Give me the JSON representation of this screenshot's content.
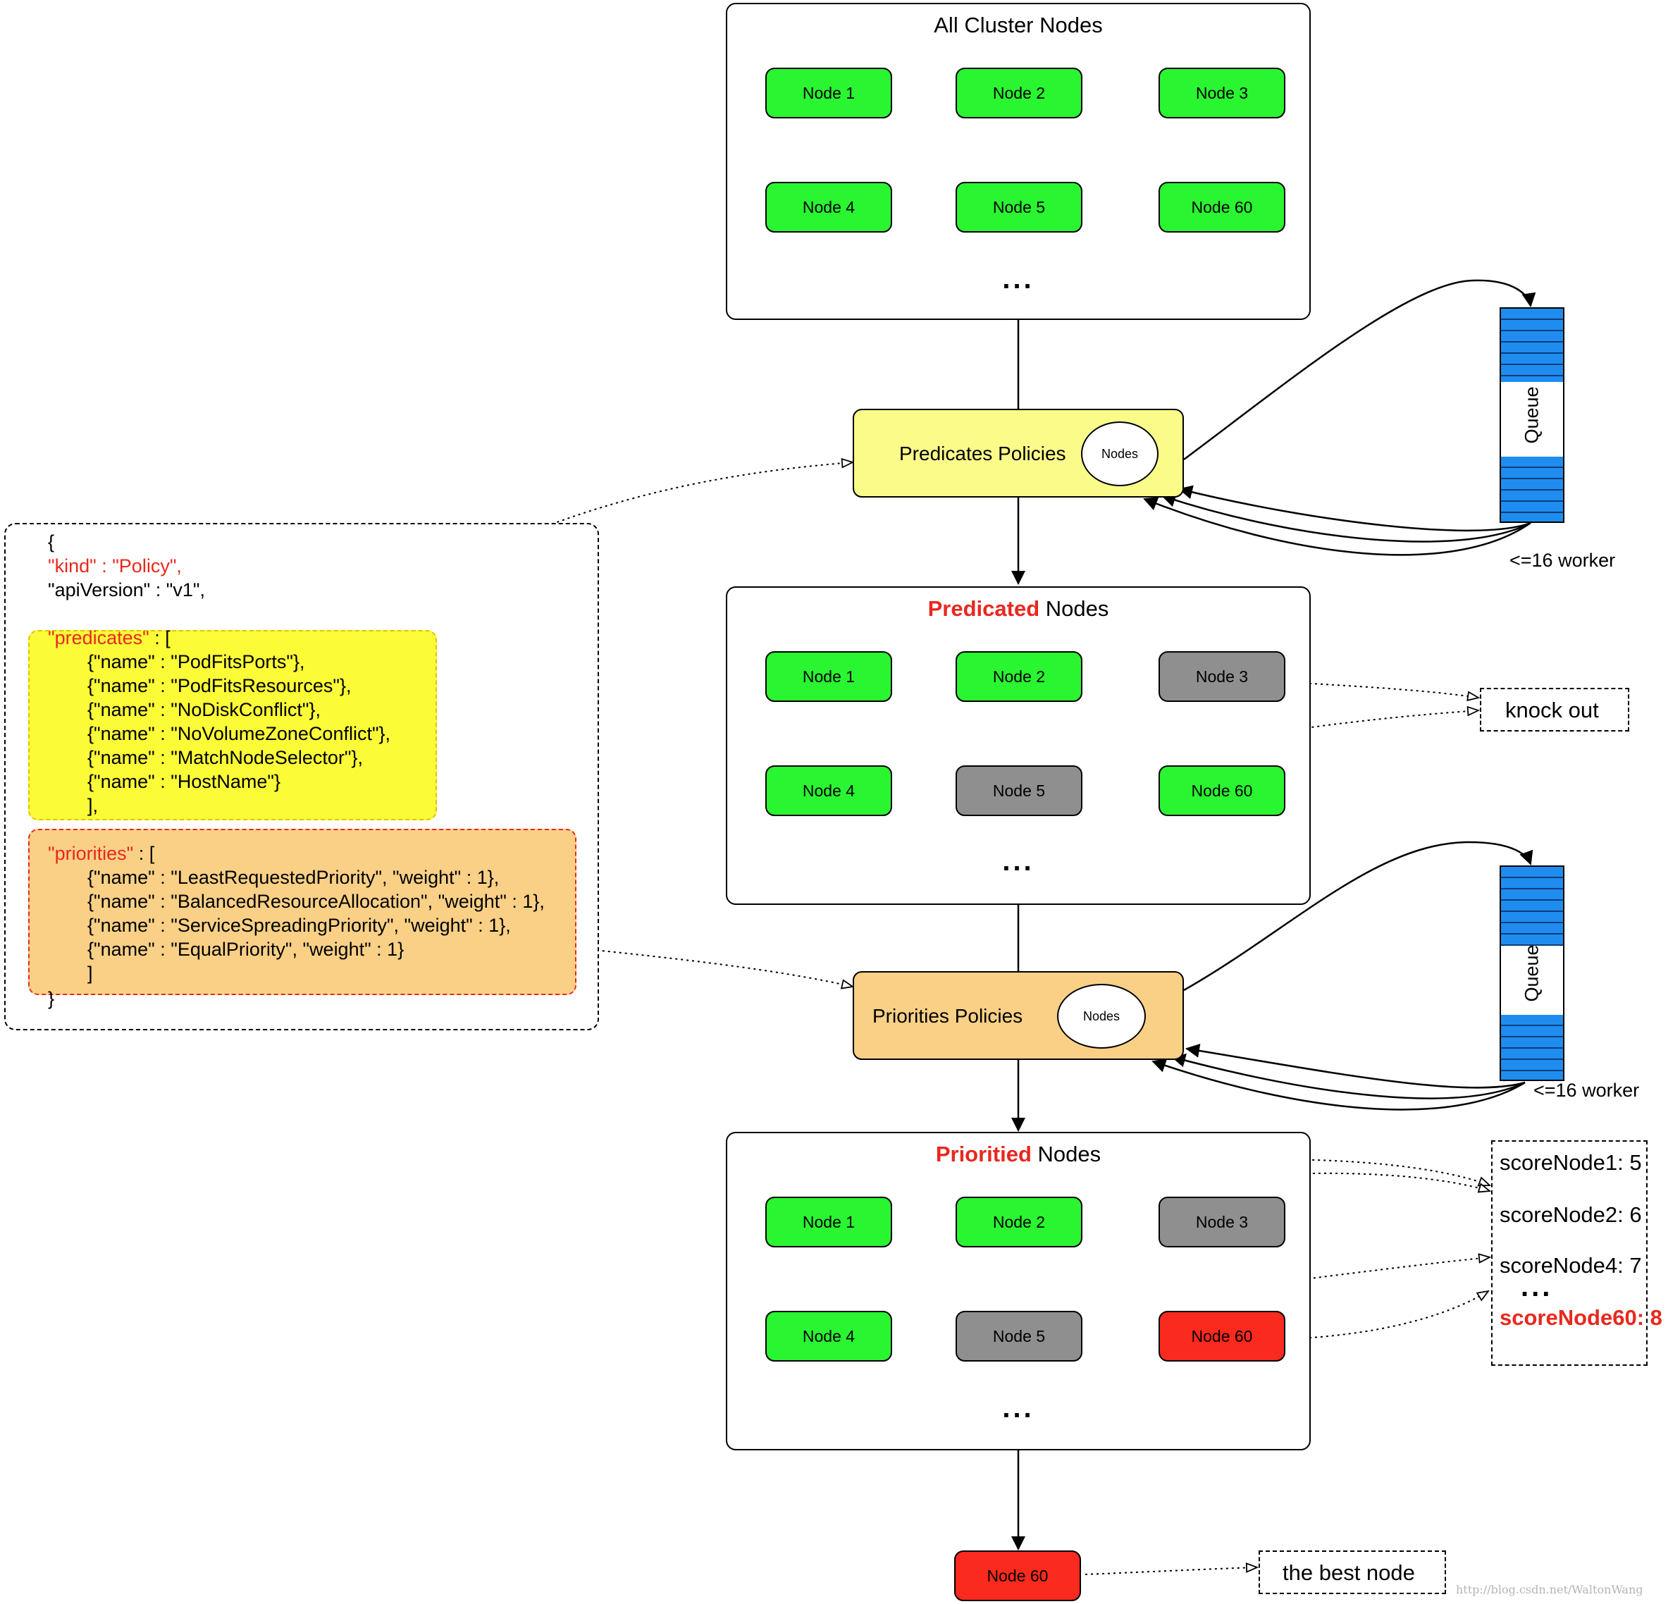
{
  "colors": {
    "node_green": "#2af531",
    "node_gray": "#8f8f8f",
    "node_red": "#fa2a1e",
    "accent_red": "#e8281e",
    "predicates_yellow": "#fbfb38",
    "priorities_orange": "#fad086",
    "queue_blue": "#1f8df0"
  },
  "panels": {
    "all": {
      "title": "All Cluster Nodes",
      "nodes": [
        "Node 1",
        "Node 2",
        "Node 3",
        "Node 4",
        "Node 5",
        "Node 60"
      ],
      "states": [
        "green",
        "green",
        "green",
        "green",
        "green",
        "green"
      ],
      "ellipsis": "..."
    },
    "predicated": {
      "title_accent": "Predicated",
      "title_rest": " Nodes",
      "nodes": [
        "Node 1",
        "Node 2",
        "Node 3",
        "Node 4",
        "Node 5",
        "Node 60"
      ],
      "states": [
        "green",
        "green",
        "gray",
        "green",
        "gray",
        "green"
      ],
      "ellipsis": "..."
    },
    "prioritied": {
      "title_accent": "Prioritied",
      "title_rest": " Nodes",
      "nodes": [
        "Node 1",
        "Node 2",
        "Node 3",
        "Node 4",
        "Node 5",
        "Node 60"
      ],
      "states": [
        "green",
        "green",
        "gray",
        "green",
        "gray",
        "red"
      ],
      "ellipsis": "..."
    }
  },
  "predicates_policy": {
    "label": "Predicates Policies",
    "loop_label": "Nodes"
  },
  "priorities_policy": {
    "label": "Priorities Policies",
    "loop_label": "Nodes"
  },
  "queue": {
    "label": "Queue",
    "worker_label": "<=16 worker"
  },
  "knock_out": "knock out",
  "scores": {
    "items": [
      "scoreNode1: 5",
      "scoreNode2: 6",
      "scoreNode4: 7"
    ],
    "ellipsis": "...",
    "best": "scoreNode60: 8"
  },
  "final_node": "Node 60",
  "best_node": "the best node",
  "policy_json": {
    "open": "{",
    "kind_key": "\"kind\"",
    "kind_val": " : \"Policy\",",
    "api_line": "\"apiVersion\" : \"v1\",",
    "predicates_key": "\"predicates\"",
    "predicates_open": " : [",
    "predicates": [
      "{\"name\" : \"PodFitsPorts\"},",
      "{\"name\" : \"PodFitsResources\"},",
      "{\"name\" : \"NoDiskConflict\"},",
      "{\"name\" : \"NoVolumeZoneConflict\"},",
      "{\"name\" : \"MatchNodeSelector\"},",
      "{\"name\" : \"HostName\"}"
    ],
    "predicates_close": "],",
    "priorities_key": "\"priorities\"",
    "priorities_open": " : [",
    "priorities": [
      "{\"name\" : \"LeastRequestedPriority\", \"weight\" : 1},",
      "{\"name\" : \"BalancedResourceAllocation\", \"weight\" : 1},",
      "{\"name\" : \"ServiceSpreadingPriority\", \"weight\" : 1},",
      "{\"name\" : \"EqualPriority\", \"weight\" : 1}"
    ],
    "priorities_close": "]",
    "close": "}"
  },
  "watermark": "http://blog.csdn.net/WaltonWang"
}
